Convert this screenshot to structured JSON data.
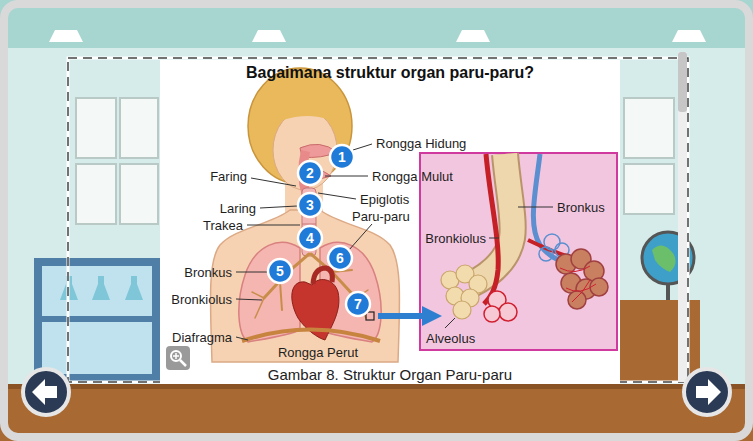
{
  "diagram": {
    "title": "Bagaimana struktur organ paru-paru?",
    "caption": "Gambar 8. Struktur Organ Paru-paru",
    "nodes": [
      {
        "text": [
          "1"
        ]
      },
      {
        "text": [
          "2"
        ]
      },
      {
        "text": [
          "3"
        ]
      },
      {
        "text": [
          "4"
        ]
      },
      {
        "text": [
          "5"
        ]
      },
      {
        "text": [
          "6"
        ]
      },
      {
        "text": [
          "7"
        ]
      }
    ],
    "labels": [
      "Rongga Hidung",
      "Faring",
      "Rongga Mulut",
      "Epiglotis",
      "Laring",
      "Trakea",
      "Paru-paru",
      "Bronkus",
      "Bronkiolus",
      "Diafragma",
      "Rongga Perut",
      "Bronkus",
      "Bronkiolus",
      "Alveolus"
    ]
  }
}
